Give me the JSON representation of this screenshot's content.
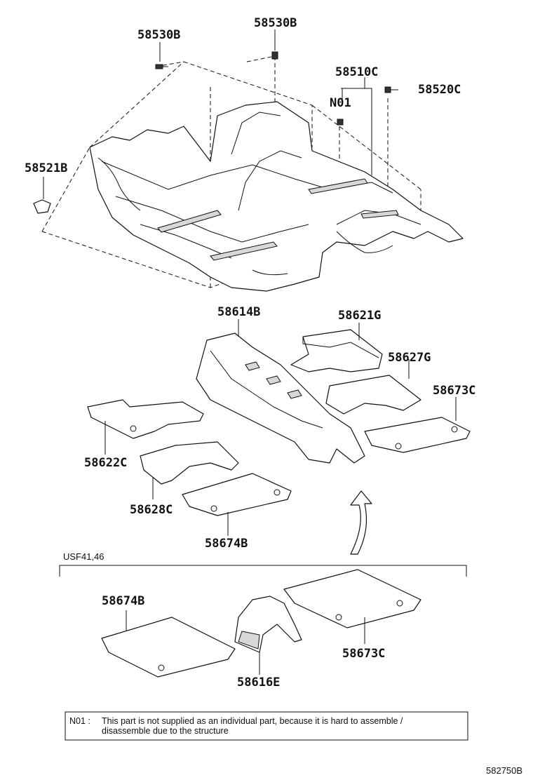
{
  "labels": {
    "p58530b_left": "58530B",
    "p58530b_right": "58530B",
    "p58510c": "58510C",
    "n01": "N01",
    "p58520c": "58520C",
    "p58521b": "58521B",
    "p58614b": "58614B",
    "p58621g": "58621G",
    "p58627g": "58627G",
    "p58673c": "58673C",
    "p58622c": "58622C",
    "p58628c": "58628C",
    "p58674b": "58674B",
    "variant_p58674b": "58674B",
    "variant_p58616e": "58616E",
    "variant_p58673c": "58673C"
  },
  "variant": {
    "title": "USF41,46"
  },
  "note": {
    "code": "N01 :",
    "line1": "This part is not supplied as an individual part, because it is hard to assemble /",
    "line2": "disassemble due to the structure"
  },
  "reference": "582750B"
}
